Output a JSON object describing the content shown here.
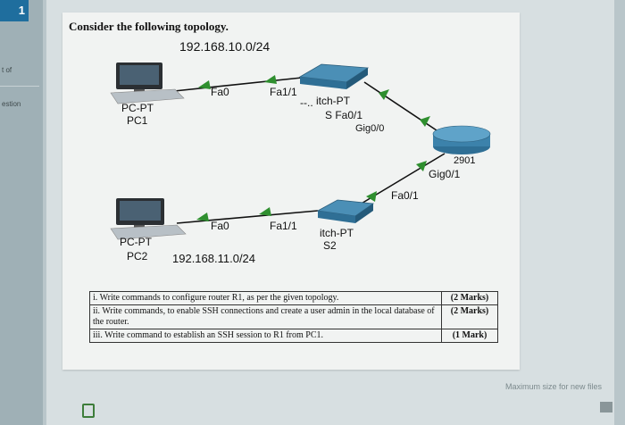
{
  "sidebar": {
    "badge": "1",
    "text1": "t of",
    "text2": "estion"
  },
  "question": {
    "title": "Consider the following topology."
  },
  "topology": {
    "network_top": "192.168.10.0/24",
    "network_bottom": "192.168.11.0/24",
    "pc1": {
      "type": "PC-PT",
      "name": "PC1",
      "port": "Fa0"
    },
    "switch1": {
      "port_in": "Fa1/1",
      "type": "itch-PT",
      "extra": "S Fa0/1",
      "name_partial": "--..",
      "uplink": "Gig0/0"
    },
    "router": {
      "name": "2901",
      "port": "Gig0/1"
    },
    "switch2": {
      "uplink": "Fa0/1",
      "port_in": "Fa1/1",
      "type": "itch-PT",
      "name": "S2"
    },
    "pc2": {
      "type": "PC-PT",
      "name": "PC2",
      "port": "Fa0"
    }
  },
  "tasks": [
    {
      "text": "i.  Write commands to configure router R1, as per the given topology.",
      "marks": "(2 Marks)"
    },
    {
      "text": "ii.  Write commands, to enable SSH connections and create a user admin in the local database of the router.",
      "marks": "(2 Marks)"
    },
    {
      "text": "iii.  Write command to establish an SSH session to R1 from PC1.",
      "marks": "(1 Mark)"
    }
  ],
  "footer": {
    "max_size": "Maximum size for new files"
  },
  "colors": {
    "accent": "#1f6e9e",
    "link": "#111111",
    "arrow": "#2f8f2f"
  }
}
